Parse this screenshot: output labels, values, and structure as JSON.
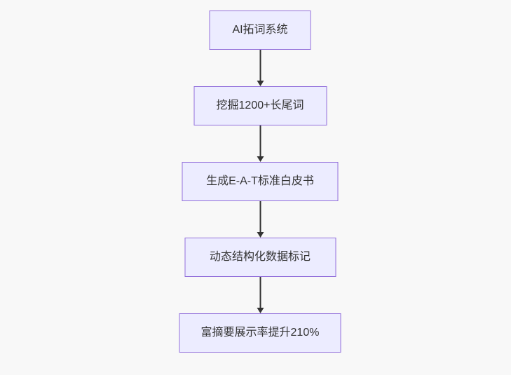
{
  "diagram": {
    "type": "flowchart",
    "direction": "top-down",
    "nodes": [
      {
        "id": "node-1",
        "label": "AI拓词系统"
      },
      {
        "id": "node-2",
        "label": "挖掘1200+长尾词"
      },
      {
        "id": "node-3",
        "label": "生成E-A-T标准白皮书"
      },
      {
        "id": "node-4",
        "label": "动态结构化数据标记"
      },
      {
        "id": "node-5",
        "label": "富摘要展示率提升210%"
      }
    ],
    "edges": [
      {
        "from": 0,
        "to": 1,
        "style": "arrow-down"
      },
      {
        "from": 1,
        "to": 2,
        "style": "arrow-down"
      },
      {
        "from": 2,
        "to": 3,
        "style": "arrow-down"
      },
      {
        "from": 3,
        "to": 4,
        "style": "arrow-down"
      }
    ],
    "colors": {
      "background": "#f8f8f8",
      "node_fill": "#ECECFF",
      "node_border": "#9370DB",
      "text": "#333333",
      "arrow": "#333333"
    }
  }
}
